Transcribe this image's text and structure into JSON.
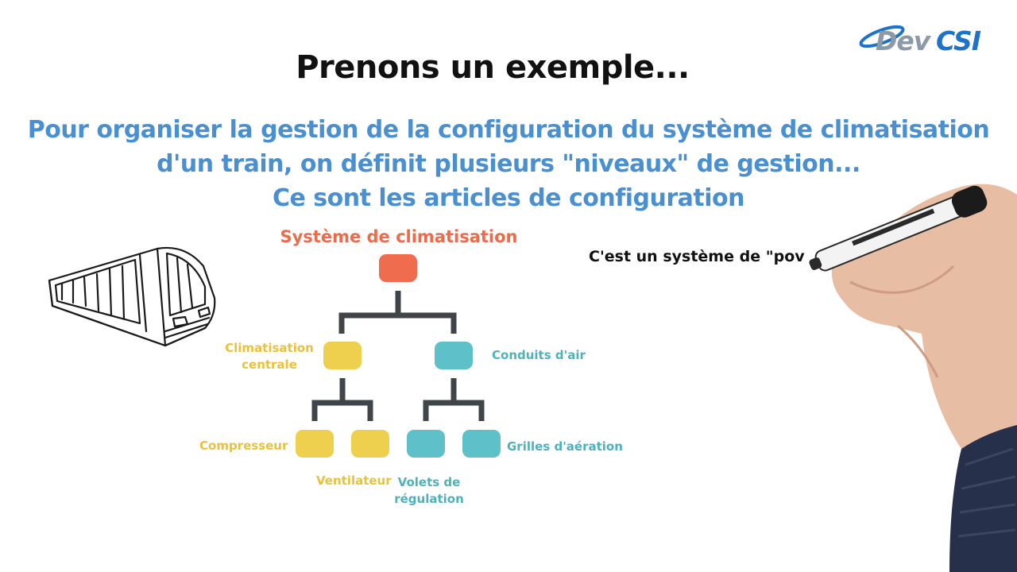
{
  "slide": {
    "title": "Prenons un exemple...",
    "subtitle_lines": [
      "Pour organiser la gestion de la configuration du système de climatisation",
      "d'un train, on définit plusieurs \"niveaux\" de gestion...",
      "Ce sont les articles de configuration"
    ],
    "caption": "C'est un système de \"pov"
  },
  "logo": {
    "part1": "Dev",
    "part2": "CSI"
  },
  "diagram": {
    "root": "Système de climatisation",
    "level1": [
      "Climatisation centrale",
      "Conduits d'air"
    ],
    "level2": [
      "Compresseur",
      "Ventilateur",
      "Volets de régulation",
      "Grilles d'aération"
    ]
  },
  "colors": {
    "title": "#111111",
    "subtitle": "#4a90d0",
    "root": "#f06c4e",
    "yellow": "#efcf4e",
    "teal": "#5ec0c8",
    "connector": "#3f4549"
  },
  "icons": [
    "train-icon",
    "hand-with-marker-icon",
    "devcsi-logo"
  ]
}
